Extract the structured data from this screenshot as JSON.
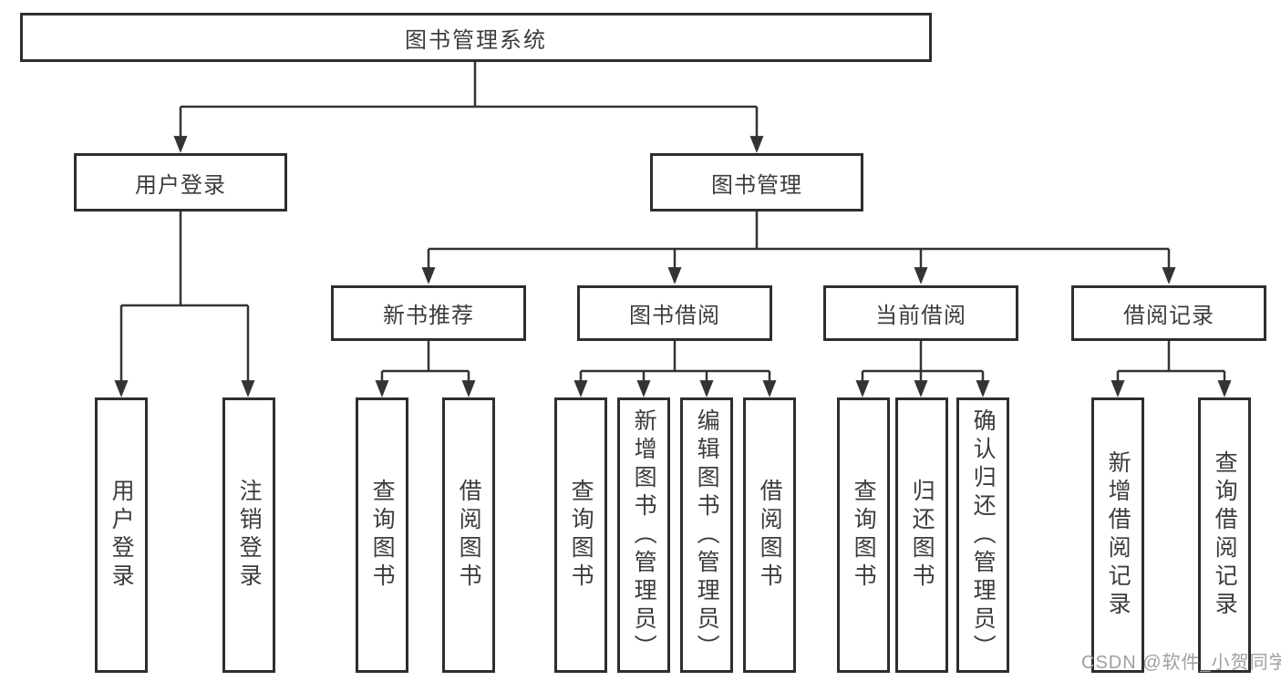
{
  "diagram": {
    "title": "图书管理系统",
    "branches": [
      {
        "label": "用户登录",
        "leaves": [
          "用户登录",
          "注销登录"
        ]
      },
      {
        "label": "图书管理",
        "children": [
          {
            "label": "新书推荐",
            "leaves": [
              "查询图书",
              "借阅图书"
            ]
          },
          {
            "label": "图书借阅",
            "leaves": [
              "查询图书",
              "新增图书（管理员）",
              "编辑图书（管理员）",
              "借阅图书"
            ]
          },
          {
            "label": "当前借阅",
            "leaves": [
              "查询图书",
              "归还图书",
              "确认归还（管理员）"
            ]
          },
          {
            "label": "借阅记录",
            "leaves": [
              "新增借阅记录",
              "查询借阅记录"
            ]
          }
        ]
      }
    ]
  },
  "watermark": "CSDN @软件_小贺同学",
  "colors": {
    "box_border": "#2e2e2e",
    "connector": "#333333",
    "text": "#3c3c3c",
    "watermark_text": "#9f9f9f",
    "background": "#ffffff"
  }
}
